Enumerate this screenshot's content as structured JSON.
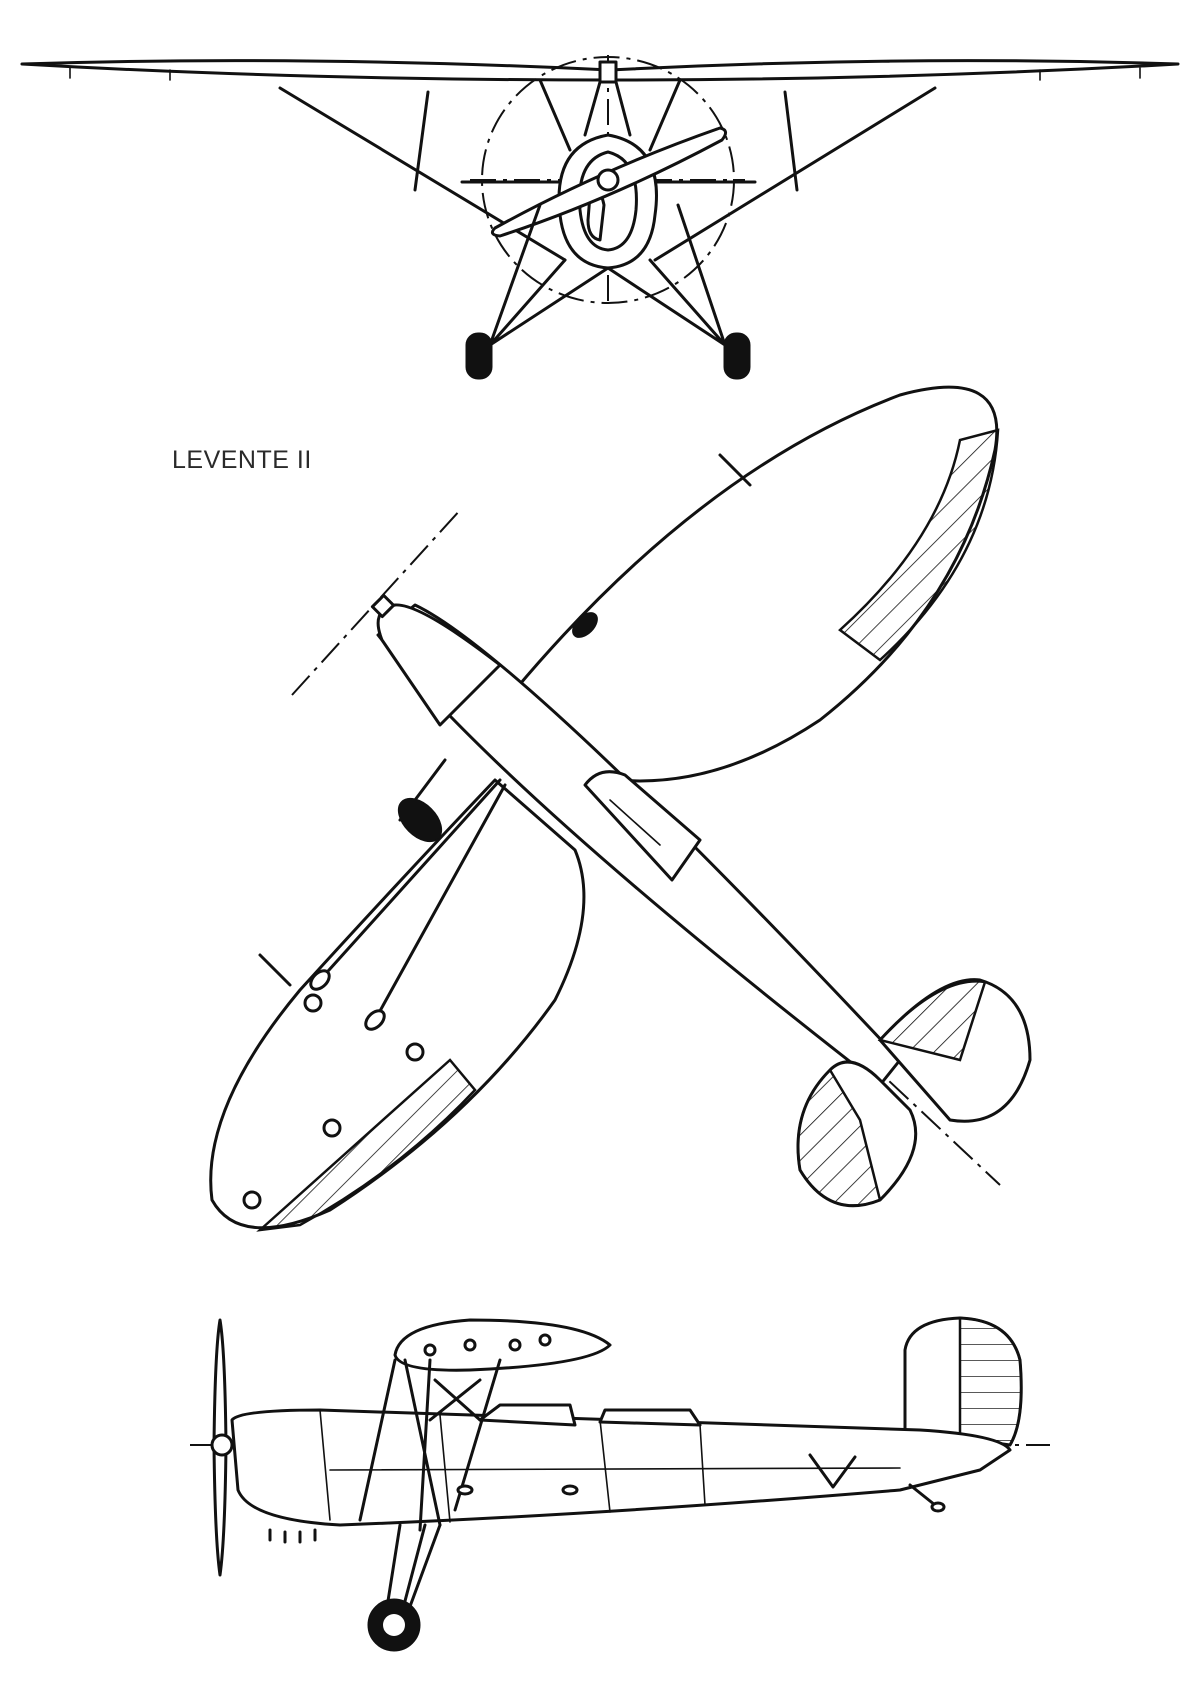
{
  "drawing": {
    "title": "LEVENTE II",
    "views": [
      "front-view",
      "top-view",
      "side-view"
    ]
  }
}
